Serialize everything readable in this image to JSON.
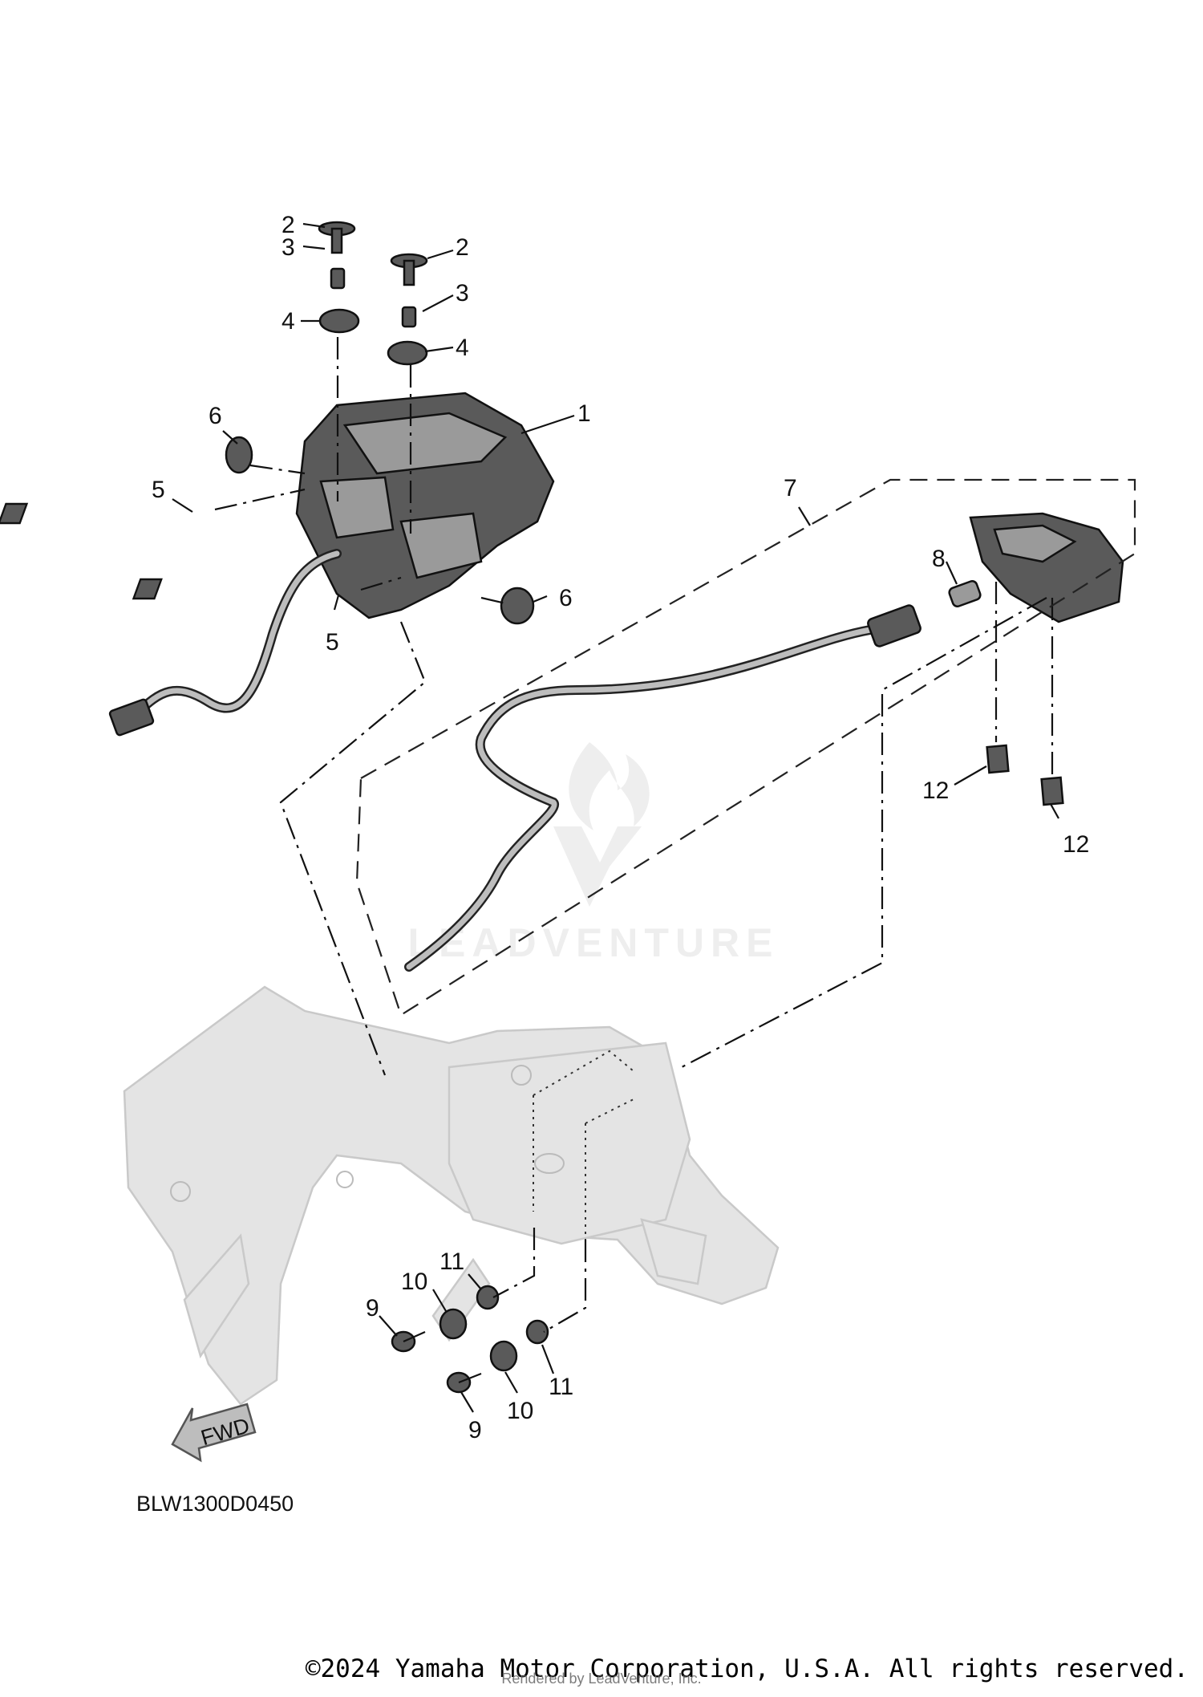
{
  "diagram_code": "BLW1300D0450",
  "callouts": {
    "c1": "1",
    "c2a": "2",
    "c2b": "2",
    "c3a": "3",
    "c3b": "3",
    "c4a": "4",
    "c4b": "4",
    "c5a": "5",
    "c5b": "5",
    "c6a": "6",
    "c6b": "6",
    "c7": "7",
    "c8": "8",
    "c9a": "9",
    "c9b": "9",
    "c10a": "10",
    "c10b": "10",
    "c11a": "11",
    "c11b": "11",
    "c12a": "12",
    "c12b": "12"
  },
  "fwd_label": "FWD",
  "watermark": "LEADVENTURE",
  "copyright": "©2024 Yamaha Motor Corporation, U.S.A. All rights reserved.",
  "rendered_by": "Rendered by LeadVenture, Inc."
}
